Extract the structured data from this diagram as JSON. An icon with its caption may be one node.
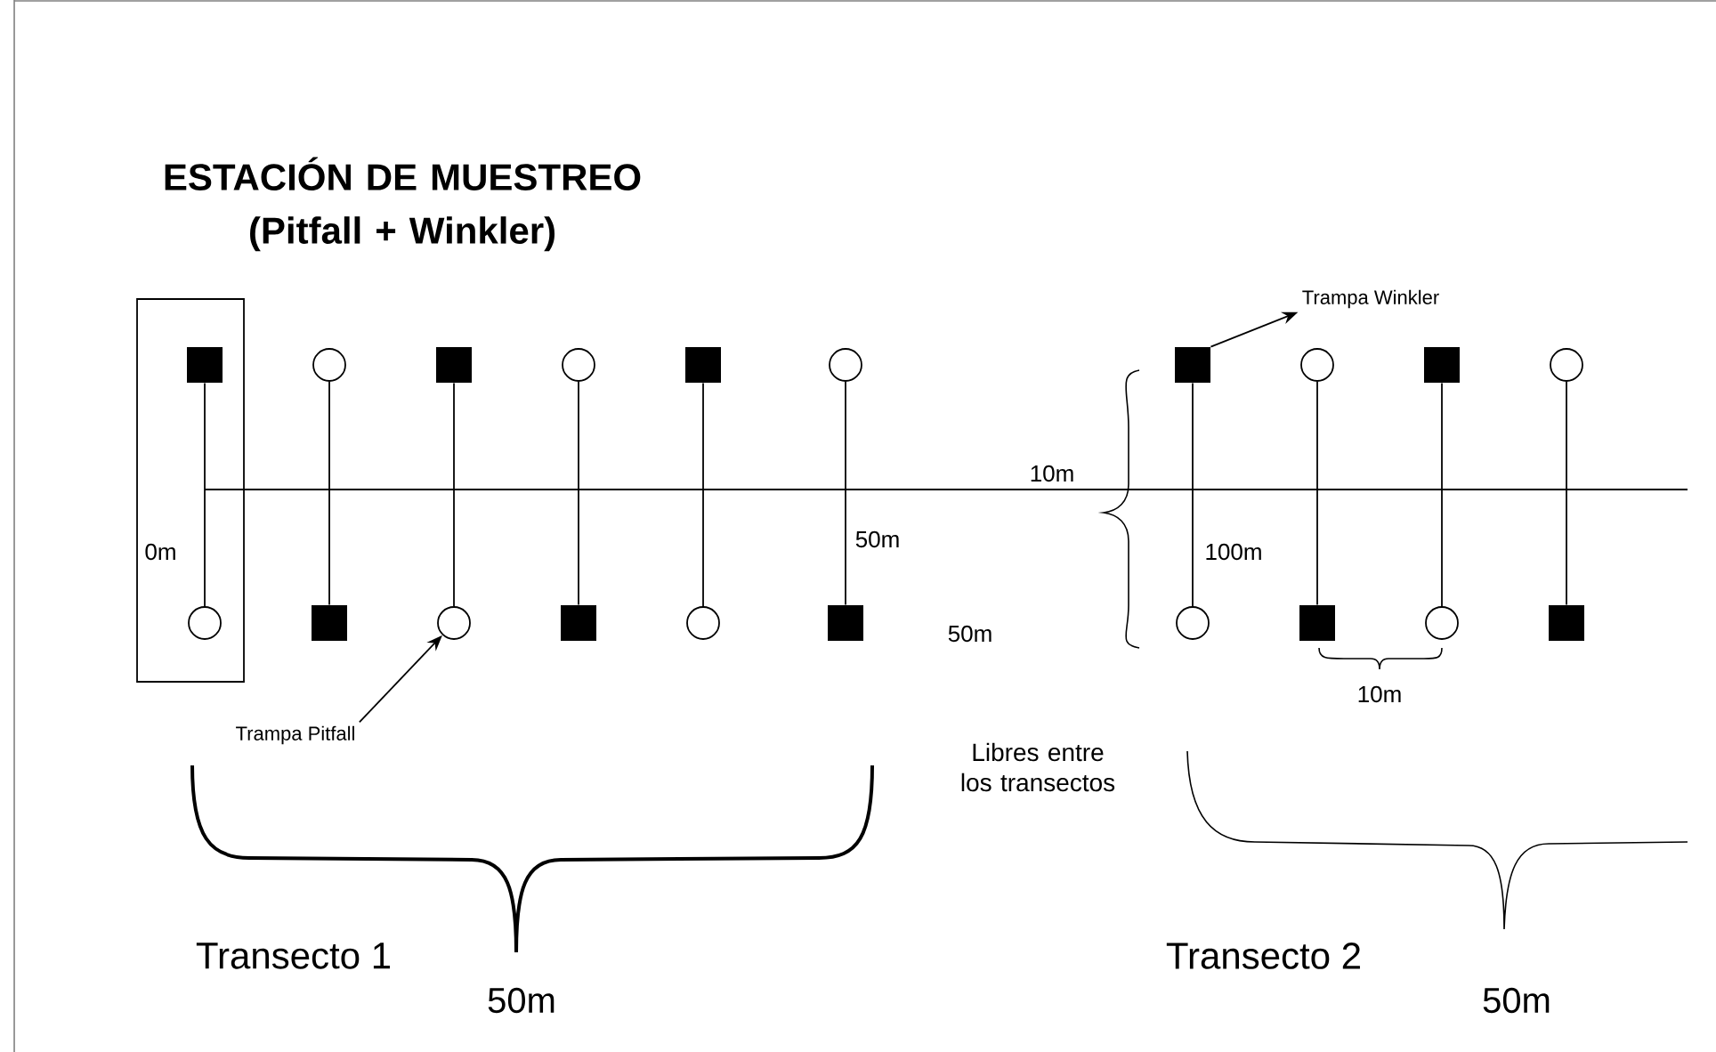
{
  "diagram": {
    "title": "ESTACIÓN DE MUESTREO (Pitfall + Winkler)",
    "nodes": [
      {
        "text": [],
        "shape": "box"
      },
      {
        "text": [],
        "shape": "square",
        "in": 0
      },
      {
        "text": [],
        "shape": "circle",
        "in": 0
      },
      {
        "text": [],
        "shape": "circle"
      },
      {
        "text": [],
        "shape": "square"
      },
      {
        "text": [],
        "shape": "square"
      },
      {
        "text": [],
        "shape": "circle"
      },
      {
        "text": [],
        "shape": "circle"
      },
      {
        "text": [],
        "shape": "square"
      },
      {
        "text": [],
        "shape": "square"
      },
      {
        "text": [],
        "shape": "circle"
      },
      {
        "text": [],
        "shape": "circle"
      },
      {
        "text": [],
        "shape": "square"
      },
      {
        "text": [],
        "shape": "square"
      },
      {
        "text": [],
        "shape": "circle"
      },
      {
        "text": [],
        "shape": "circle"
      },
      {
        "text": [],
        "shape": "square"
      },
      {
        "text": [],
        "shape": "square"
      },
      {
        "text": [],
        "shape": "circle"
      },
      {
        "text": [],
        "shape": "circle"
      },
      {
        "text": [],
        "shape": "square"
      },
      {
        "text": [
          "Trampa Pitfall"
        ]
      },
      {
        "text": [
          "Trampa Winkler"
        ]
      }
    ],
    "edges": [
      {
        "from": 1,
        "to": 2,
        "arrow": "none"
      },
      {
        "from": 3,
        "to": 4,
        "arrow": "none"
      },
      {
        "from": 5,
        "to": 6,
        "arrow": "none"
      },
      {
        "from": 7,
        "to": 8,
        "arrow": "none"
      },
      {
        "from": 9,
        "to": 10,
        "arrow": "none"
      },
      {
        "from": 11,
        "to": 12,
        "arrow": "none"
      },
      {
        "from": 13,
        "to": 14,
        "arrow": "none"
      },
      {
        "from": 15,
        "to": 16,
        "arrow": "none"
      },
      {
        "from": 17,
        "to": 18,
        "arrow": "none"
      },
      {
        "from": 19,
        "to": 20,
        "arrow": "none"
      },
      {
        "from": 21,
        "to": 6,
        "arrow": "to"
      },
      {
        "from": 13,
        "to": 22,
        "arrow": "to"
      }
    ],
    "labels": [
      "10m",
      "0m",
      "50m",
      "100m",
      "50m",
      "10m",
      "Libres entre los transectos",
      "Transecto 1",
      "50m",
      "Transecto 2",
      "50m"
    ]
  }
}
